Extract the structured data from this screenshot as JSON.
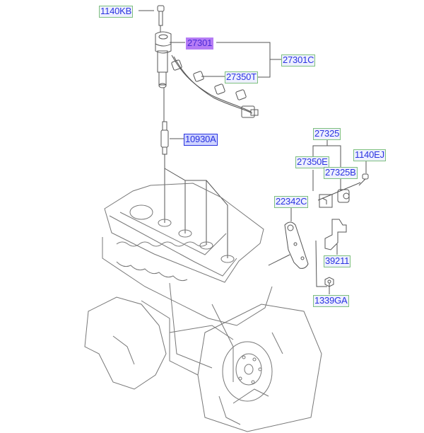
{
  "diagram": {
    "title": "Spark Plug & Cable / Engine Ignition Parts",
    "labels": [
      {
        "id": "bolt",
        "text": "1140KB",
        "state": "normal"
      },
      {
        "id": "ignition-coil",
        "text": "27301",
        "state": "selected"
      },
      {
        "id": "cable-assy",
        "text": "27301C",
        "state": "normal"
      },
      {
        "id": "harness",
        "text": "27350T",
        "state": "normal"
      },
      {
        "id": "spark-plug",
        "text": "10930A",
        "state": "highlighted"
      },
      {
        "id": "sensor-assy",
        "text": "27325",
        "state": "normal"
      },
      {
        "id": "sensor-bracket",
        "text": "27350E",
        "state": "normal"
      },
      {
        "id": "sensor",
        "text": "27325B",
        "state": "normal"
      },
      {
        "id": "sensor-bolt",
        "text": "1140EJ",
        "state": "normal"
      },
      {
        "id": "engine-bracket",
        "text": "22342C",
        "state": "normal"
      },
      {
        "id": "clip-bracket",
        "text": "39211",
        "state": "normal"
      },
      {
        "id": "nut",
        "text": "1339GA",
        "state": "normal"
      }
    ],
    "colors": {
      "label_text": "#2a33e0",
      "label_border": "#7ec07e",
      "selected_bg": "#b57cf5",
      "highlight_bg": "#cfd4ff",
      "line": "#555555"
    }
  }
}
